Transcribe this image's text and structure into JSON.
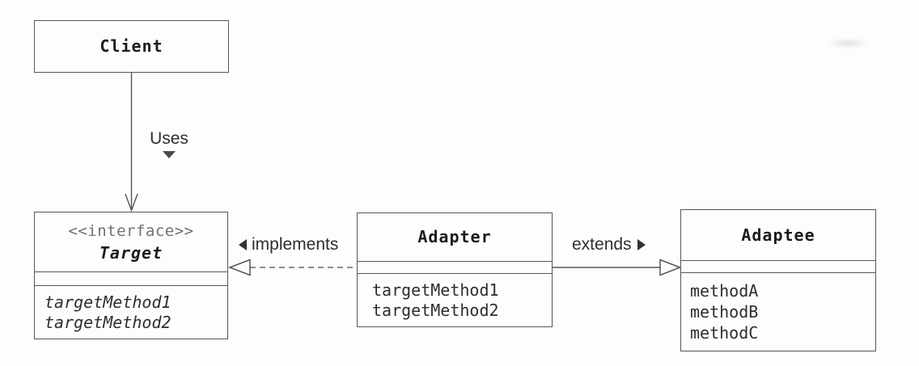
{
  "classes": {
    "client": {
      "name": "Client"
    },
    "target": {
      "stereotype": "<<interface>>",
      "name": "Target",
      "methods": [
        "targetMethod1",
        "targetMethod2"
      ]
    },
    "adapter": {
      "name": "Adapter",
      "methods": [
        "targetMethod1",
        "targetMethod2"
      ]
    },
    "adaptee": {
      "name": "Adaptee",
      "methods": [
        "methodA",
        "methodB",
        "methodC"
      ]
    }
  },
  "relations": {
    "uses": {
      "label": "Uses"
    },
    "implements": {
      "label": "implements"
    },
    "extends": {
      "label": "extends"
    }
  },
  "colors": {
    "line": "#565656",
    "text": "#1c1c1c",
    "stereotype": "#707070",
    "background": "#fdfdfd"
  }
}
